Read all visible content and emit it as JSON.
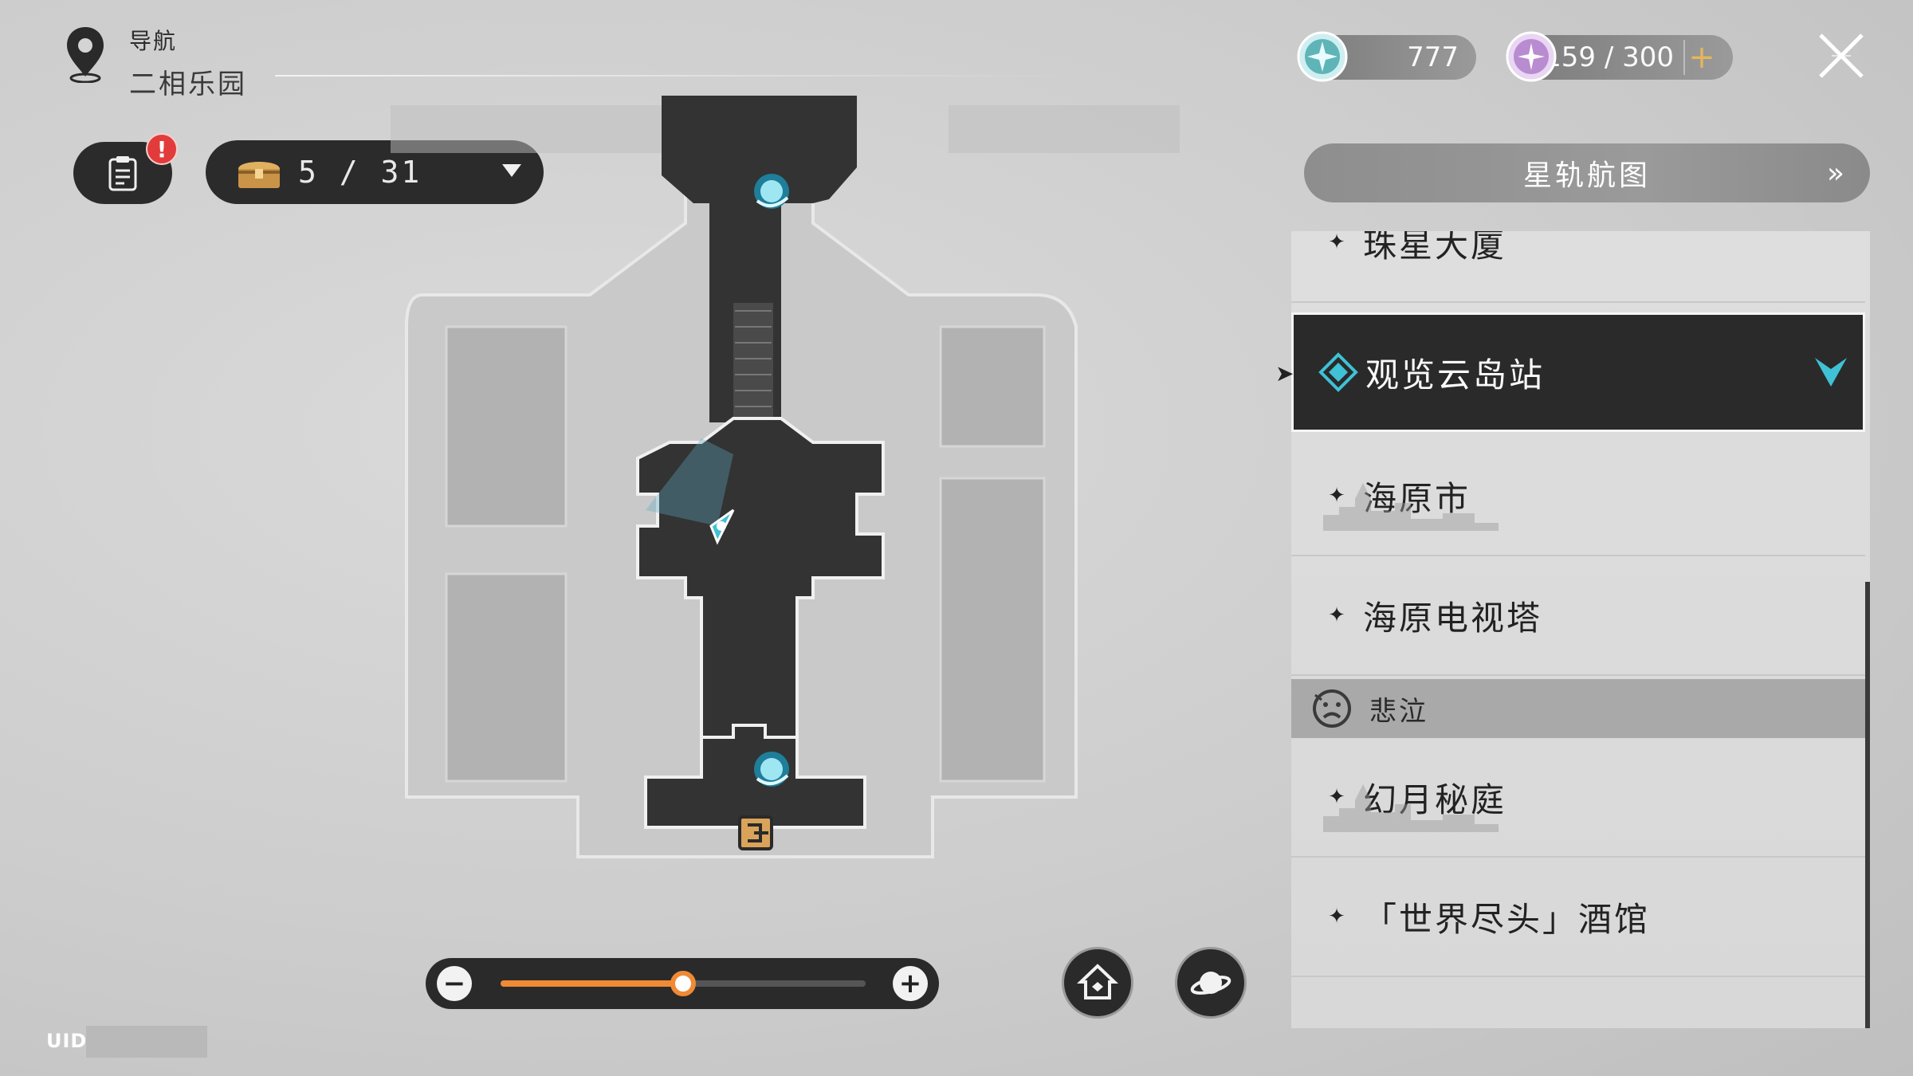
{
  "header": {
    "title": "导航",
    "location": "二相乐园",
    "pin_icon": "map-pin-icon"
  },
  "mission": {
    "icon": "clipboard-icon",
    "badge": "!"
  },
  "chest": {
    "icon": "treasure-chest-icon",
    "count": "5 / 31"
  },
  "currencies": [
    {
      "icon": "stellar-jade-icon",
      "value": "777"
    },
    {
      "icon": "trailblaze-power-icon",
      "value": "159 / 300",
      "add": "+"
    }
  ],
  "right_panel": {
    "star_map_label": "星轨航图",
    "star_map_arrow": "»",
    "items": [
      {
        "label": "珠星大厦",
        "bullet": "✦"
      },
      {
        "label": "观览云岛站",
        "selected": true
      },
      {
        "label": "海原市",
        "bullet": "✦"
      },
      {
        "label": "海原电视塔",
        "bullet": "✦"
      },
      {
        "label": "幻月秘庭",
        "bullet": "✦"
      },
      {
        "label": "「世界尽头」酒馆",
        "bullet": "✦"
      }
    ],
    "group_header": "悲泣",
    "selected_pointer": "➤"
  },
  "zoom": {
    "minus": "−",
    "plus": "+",
    "level": 0.5
  },
  "uid_label": "UID:",
  "colors": {
    "accent_cyan": "#3fc1d6",
    "accent_orange": "#f08a35",
    "dark_pill": "#2b2b2b",
    "exit_gold": "#d9a45a",
    "alert_red": "#e23b3b"
  }
}
